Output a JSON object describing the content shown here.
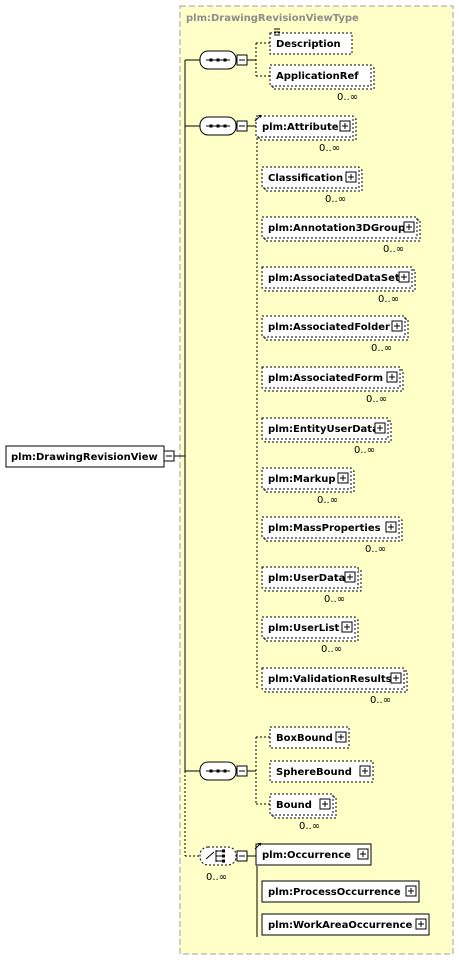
{
  "root": {
    "label": "plm:DrawingRevisionView"
  },
  "type_title": "plm:DrawingRevisionViewType",
  "seq1": [
    {
      "label": "Description",
      "card": ""
    },
    {
      "label": "ApplicationRef",
      "card": "0..∞"
    }
  ],
  "seq2": [
    {
      "label": "plm:Attribute",
      "card": "0..∞"
    },
    {
      "label": "Classification",
      "card": "0..∞"
    },
    {
      "label": "plm:Annotation3DGroup",
      "card": "0..∞"
    },
    {
      "label": "plm:AssociatedDataSet",
      "card": "0..∞"
    },
    {
      "label": "plm:AssociatedFolder",
      "card": "0..∞"
    },
    {
      "label": "plm:AssociatedForm",
      "card": "0..∞"
    },
    {
      "label": "plm:EntityUserData",
      "card": "0..∞"
    },
    {
      "label": "plm:Markup",
      "card": "0..∞"
    },
    {
      "label": "plm:MassProperties",
      "card": "0..∞"
    },
    {
      "label": "plm:UserData",
      "card": "0..∞"
    },
    {
      "label": "plm:UserList",
      "card": "0..∞"
    },
    {
      "label": "plm:ValidationResults",
      "card": "0..∞"
    }
  ],
  "seq3": [
    {
      "label": "BoxBound",
      "card": ""
    },
    {
      "label": "SphereBound",
      "card": ""
    },
    {
      "label": "Bound",
      "card": "0..∞"
    }
  ],
  "choice": {
    "card": "0..∞",
    "items": [
      {
        "label": "plm:Occurrence",
        "card": ""
      },
      {
        "label": "plm:ProcessOccurrence",
        "card": ""
      },
      {
        "label": "plm:WorkAreaOccurrence",
        "card": ""
      }
    ]
  },
  "colors": {
    "type_fill": "#ffffc8",
    "type_border": "#a0a0a0",
    "line": "#000000"
  }
}
